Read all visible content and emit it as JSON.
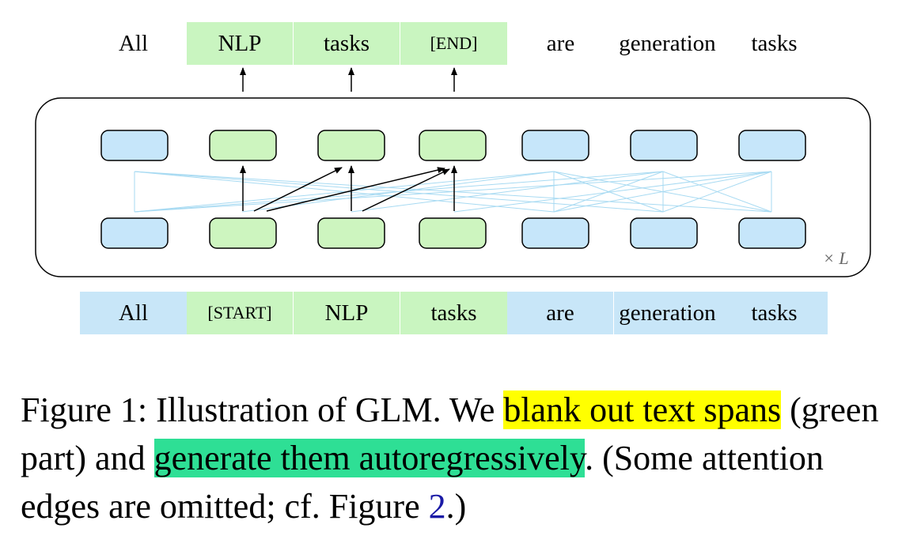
{
  "output_tokens": [
    {
      "text": "All",
      "color": "none"
    },
    {
      "text": "NLP",
      "color": "green"
    },
    {
      "text": "tasks",
      "color": "green"
    },
    {
      "text": "[END]",
      "color": "green"
    },
    {
      "text": "are",
      "color": "none"
    },
    {
      "text": "generation",
      "color": "none"
    },
    {
      "text": "tasks",
      "color": "none"
    }
  ],
  "input_tokens": [
    {
      "text": "All",
      "color": "blue"
    },
    {
      "text": "[START]",
      "color": "green"
    },
    {
      "text": "NLP",
      "color": "green"
    },
    {
      "text": "tasks",
      "color": "green"
    },
    {
      "text": "are",
      "color": "blue"
    },
    {
      "text": "generation",
      "color": "blue"
    },
    {
      "text": "tasks",
      "color": "blue"
    }
  ],
  "layer_repeat_label": "× L",
  "caption": {
    "part1": "Figure 1: Illustration of GLM. We ",
    "highlight1": "blank out text spans",
    "part2": " (green part) and ",
    "highlight2": "generate them autoregressively",
    "part3": ". (Some attention edges are omitted; cf. Figure ",
    "ref": "2",
    "part4": ".)"
  },
  "colors": {
    "green_fill": "#c9f5c0",
    "blue_fill": "#c8e6f8",
    "node_green": "#cdf5bf",
    "node_blue": "#c6e6fa",
    "edge_light": "#a7daf2",
    "highlight_yellow": "#ffff00",
    "highlight_green": "#2edf95"
  }
}
